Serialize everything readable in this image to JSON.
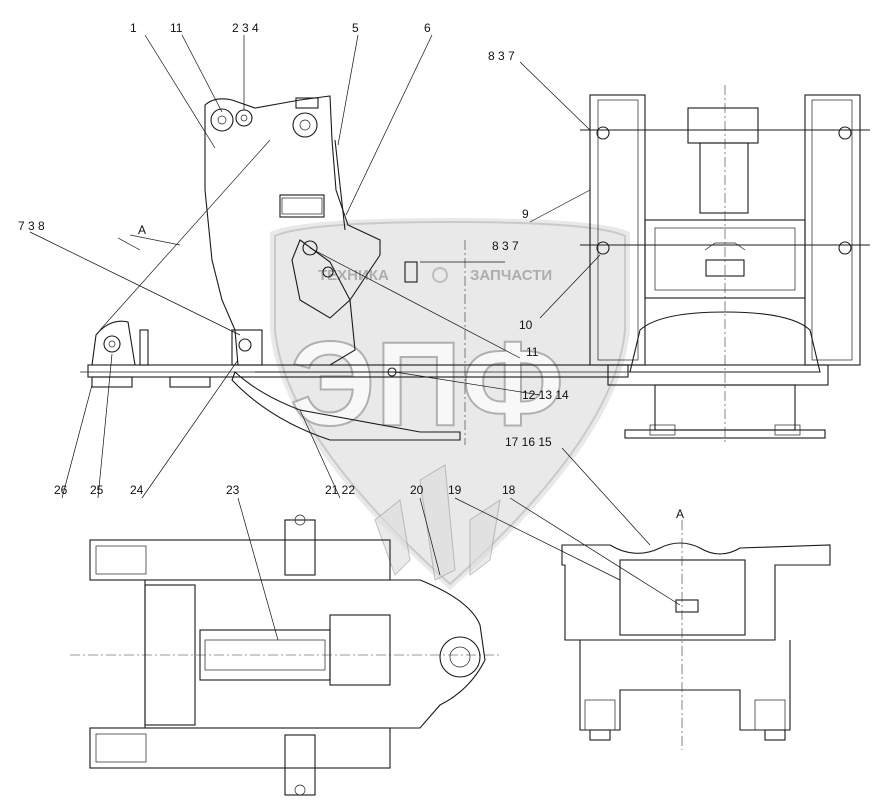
{
  "watermark": {
    "line1": "ТЕХНИКА",
    "line2": "ЗАПЧАСТИ",
    "logo": "ЭПФ"
  },
  "view_label": "A",
  "callouts": {
    "c1": "1",
    "c11a": "11",
    "c234": "2 3 4",
    "c5": "5",
    "c6": "6",
    "c837": "8 3 7",
    "c738": "7 3 8",
    "cA": "A",
    "c9": "9",
    "c837b": "8 3 7",
    "c10": "10",
    "c11b": "11",
    "c121314": "12 13 14",
    "c171615": "17 16 15",
    "c26": "26",
    "c25": "25",
    "c24": "24",
    "c2122": "21 22",
    "c23": "23",
    "c20": "20",
    "c19": "19",
    "c18": "18",
    "cAview": "A"
  }
}
